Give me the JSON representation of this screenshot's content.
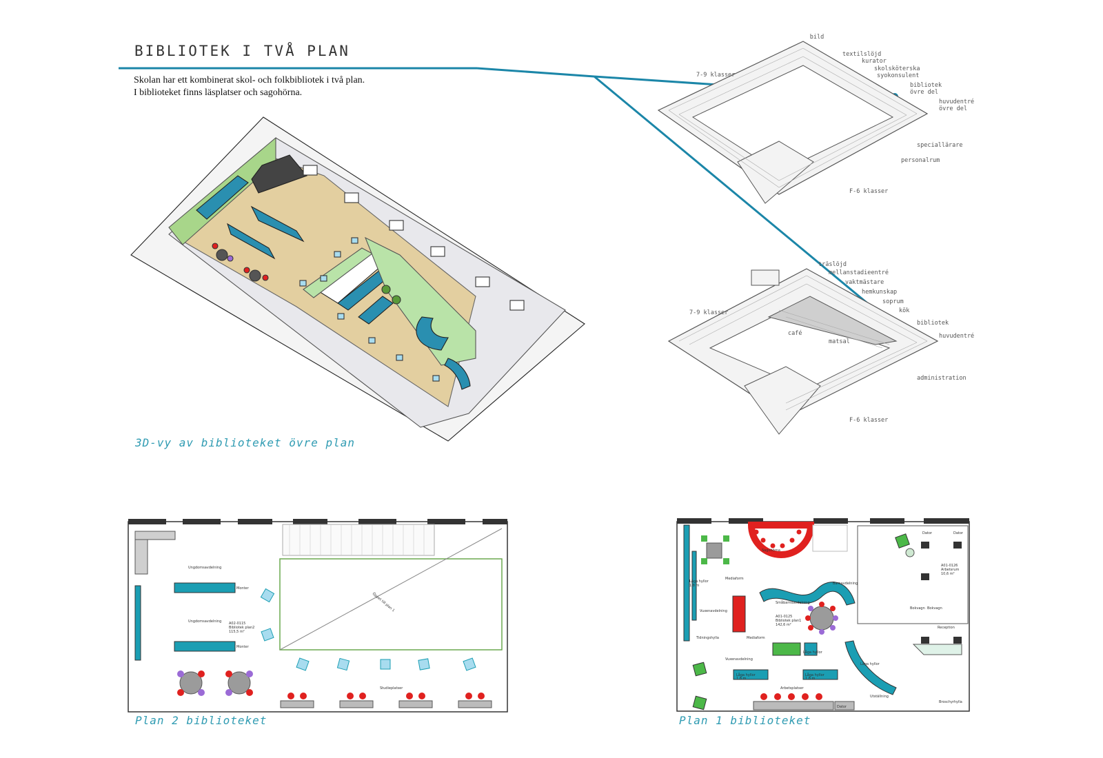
{
  "title": "BIBLIOTEK I TVÅ PLAN",
  "intro": [
    "Skolan har ett kombinerat skol- och folkbibliotek i två plan.",
    "I biblioteket finns läsplatser och sagohörna."
  ],
  "captions": {
    "view3d": "3D-vy av biblioteket övre plan",
    "plan2": "Plan 2 biblioteket",
    "plan1": "Plan 1 biblioteket"
  },
  "colors": {
    "accent": "#1b86a8",
    "teal": "#1b9eb3",
    "red": "#e0211f",
    "green": "#4cb848",
    "caption": "#2f9bb2"
  },
  "upper_plan_labels": [
    "bild",
    "textilslöjd",
    "kurator",
    "skolsköterska",
    "syokonsulent",
    "7-9 klasser",
    "bibliotek",
    "övre del",
    "huvudentré",
    "övre del",
    "speciallärare",
    "personalrum",
    "F-6 klasser"
  ],
  "lower_plan_labels": [
    "träslöjd",
    "mellanstadieentré",
    "vaktmästare",
    "hemkunskap",
    "soprum",
    "kök",
    "7-9 klasser",
    "bibliotek",
    "huvudentré",
    "café",
    "matsal",
    "administration",
    "F-6 klasser"
  ],
  "plan2_labels": [
    "Ungdomsavdelning",
    "Monter",
    "Ungdomsavdelning",
    "A02-0115",
    "Bibliotek plan2",
    "115,5 m²",
    "Monter",
    "Öppet till plan 1",
    "Studieplatser"
  ],
  "plan1_labels": [
    "Sagohörna",
    "Låga hyllor",
    "1,8 m",
    "Mediaform",
    "Vuxenavdelning",
    "Barnavdelning",
    "Småbarnsavdelning",
    "A01-0125",
    "Bibliotek plan1",
    "142,6 m²",
    "Låga hyllor",
    "Mediaform",
    "Tidningshylla",
    "Låga hyllor",
    "1,8 m",
    "Vuxenavdelning",
    "Låga hyllor",
    "1,8 m",
    "Arbetsplatser",
    "Dator",
    "Utställning",
    "Broschyrhylla",
    "Dator",
    "Dator",
    "A01-0126",
    "Arbetsrum",
    "10,6 m²",
    "Bokvagn",
    "Bokvagn",
    "Reception",
    "Låga hyllor"
  ]
}
